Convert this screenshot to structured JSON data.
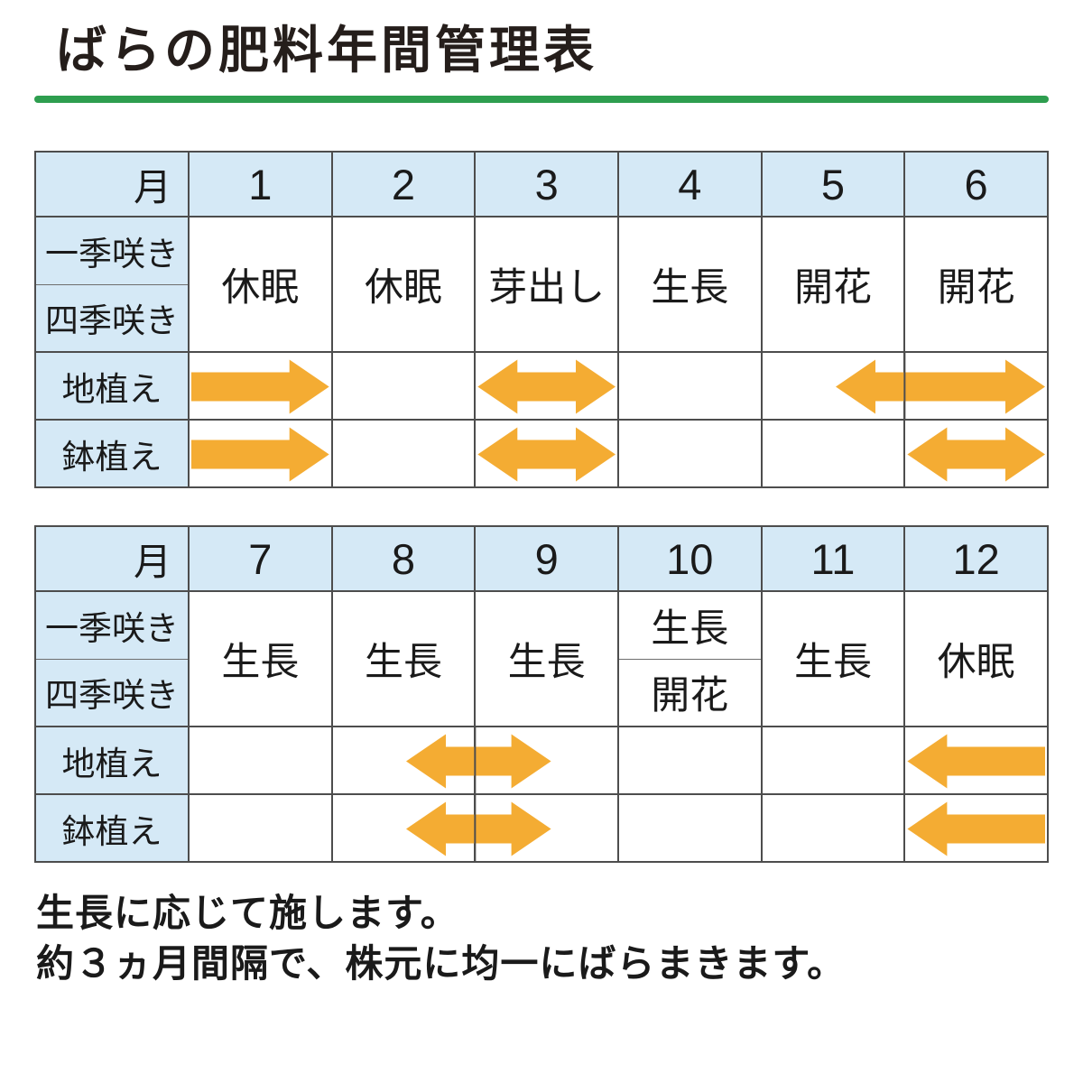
{
  "header": {
    "title": "ばらの肥料年間管理表"
  },
  "labels": {
    "month": "月",
    "once_blooming": "一季咲き",
    "repeat_blooming": "四季咲き",
    "ground": "地植え",
    "pot": "鉢植え"
  },
  "tables": [
    {
      "name": "months-1-6",
      "months": [
        "1",
        "2",
        "3",
        "4",
        "5",
        "6"
      ],
      "phase_cells": [
        {
          "text": "休眠"
        },
        {
          "text": "休眠"
        },
        {
          "text": "芽出し"
        },
        {
          "text": "生長"
        },
        {
          "text": "開花"
        },
        {
          "text": "開花"
        }
      ],
      "arrows": {
        "ground": [
          {
            "from": 0,
            "to": 1,
            "heads": "right"
          },
          {
            "from": 2,
            "to": 3,
            "heads": "both"
          },
          {
            "from": 4.5,
            "to": 6,
            "heads": "both"
          }
        ],
        "pot": [
          {
            "from": 0,
            "to": 1,
            "heads": "right"
          },
          {
            "from": 2,
            "to": 3,
            "heads": "both"
          },
          {
            "from": 5,
            "to": 6,
            "heads": "both"
          }
        ]
      }
    },
    {
      "name": "months-7-12",
      "months": [
        "7",
        "8",
        "9",
        "10",
        "11",
        "12"
      ],
      "phase_cells": [
        {
          "text": "生長"
        },
        {
          "text": "生長"
        },
        {
          "text": "生長"
        },
        {
          "split": true,
          "top": "生長",
          "bottom": "開花"
        },
        {
          "text": "生長"
        },
        {
          "text": "休眠"
        }
      ],
      "arrows": {
        "ground": [
          {
            "from": 1.5,
            "to": 2.55,
            "heads": "both"
          },
          {
            "from": 5,
            "to": 6,
            "heads": "left"
          }
        ],
        "pot": [
          {
            "from": 1.5,
            "to": 2.55,
            "heads": "both"
          },
          {
            "from": 5,
            "to": 6,
            "heads": "left"
          }
        ]
      }
    }
  ],
  "notes": [
    "生長に応じて施します。",
    "約３ヵ月間隔で、株元に均一にばらまきます。"
  ],
  "colors": {
    "arrow_orange": "#F4AC33",
    "border_grey": "#4D4D4D",
    "header_blue": "#D5E9F6",
    "green_rule": "#2E9E4F",
    "title_text": "#251E1B",
    "body_text": "#1A1A1A"
  },
  "icons": {
    "right": "right-arrow-icon",
    "left": "left-arrow-icon",
    "both": "double-arrow-icon"
  },
  "chart_data": {
    "type": "table",
    "title": "ばらの肥料年間管理表",
    "columns": [
      "月",
      "1",
      "2",
      "3",
      "4",
      "5",
      "6",
      "7",
      "8",
      "9",
      "10",
      "11",
      "12"
    ],
    "rows": [
      {
        "label": "一季咲き",
        "values": [
          "休眠",
          "休眠",
          "芽出し",
          "生長",
          "開花",
          "開花",
          "生長",
          "生長",
          "生長",
          "生長",
          "生長",
          "休眠"
        ]
      },
      {
        "label": "四季咲き",
        "values": [
          "休眠",
          "休眠",
          "芽出し",
          "生長",
          "開花",
          "開花",
          "生長",
          "生長",
          "生長",
          "開花",
          "生長",
          "休眠"
        ]
      },
      {
        "label": "地植え",
        "fertilize_periods_months": [
          [
            1,
            2
          ],
          [
            3,
            4
          ],
          [
            5.5,
            7
          ],
          [
            8.5,
            9.6
          ],
          [
            12,
            13
          ]
        ]
      },
      {
        "label": "鉢植え",
        "fertilize_periods_months": [
          [
            1,
            2
          ],
          [
            3,
            4
          ],
          [
            6,
            7
          ],
          [
            8.5,
            9.6
          ],
          [
            12,
            13
          ]
        ]
      }
    ],
    "notes": [
      "生長に応じて施します。",
      "約３ヵ月間隔で、株元に均一にばらまきます。"
    ],
    "legend_hint": "orange arrows = fertilizer application periods"
  }
}
